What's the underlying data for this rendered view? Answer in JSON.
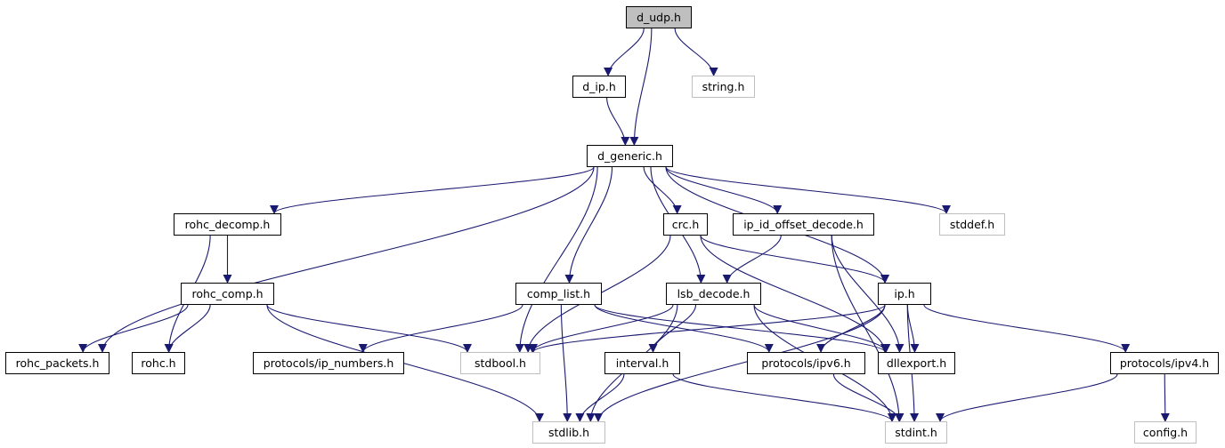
{
  "colors": {
    "edge": "#191970",
    "root_fill": "#bfbfbf",
    "external_border": "#bfbfbf"
  },
  "nodes": [
    {
      "id": "d_udp",
      "label": "d_udp.h",
      "kind": "root"
    },
    {
      "id": "d_ip",
      "label": "d_ip.h",
      "kind": "local"
    },
    {
      "id": "string",
      "label": "string.h",
      "kind": "external"
    },
    {
      "id": "d_generic",
      "label": "d_generic.h",
      "kind": "local"
    },
    {
      "id": "rohc_decomp",
      "label": "rohc_decomp.h",
      "kind": "local"
    },
    {
      "id": "crc",
      "label": "crc.h",
      "kind": "local"
    },
    {
      "id": "ip_id_offset_decode",
      "label": "ip_id_offset_decode.h",
      "kind": "local"
    },
    {
      "id": "stddef",
      "label": "stddef.h",
      "kind": "external"
    },
    {
      "id": "rohc_comp",
      "label": "rohc_comp.h",
      "kind": "local"
    },
    {
      "id": "comp_list",
      "label": "comp_list.h",
      "kind": "local"
    },
    {
      "id": "lsb_decode",
      "label": "lsb_decode.h",
      "kind": "local"
    },
    {
      "id": "ip",
      "label": "ip.h",
      "kind": "local"
    },
    {
      "id": "rohc_packets",
      "label": "rohc_packets.h",
      "kind": "local"
    },
    {
      "id": "rohc",
      "label": "rohc.h",
      "kind": "local"
    },
    {
      "id": "ip_numbers",
      "label": "protocols/ip_numbers.h",
      "kind": "local"
    },
    {
      "id": "stdbool",
      "label": "stdbool.h",
      "kind": "external"
    },
    {
      "id": "interval",
      "label": "interval.h",
      "kind": "local"
    },
    {
      "id": "ipv6",
      "label": "protocols/ipv6.h",
      "kind": "local"
    },
    {
      "id": "dllexport",
      "label": "dllexport.h",
      "kind": "local"
    },
    {
      "id": "ipv4",
      "label": "protocols/ipv4.h",
      "kind": "local"
    },
    {
      "id": "stdlib",
      "label": "stdlib.h",
      "kind": "external"
    },
    {
      "id": "stdint",
      "label": "stdint.h",
      "kind": "external"
    },
    {
      "id": "config",
      "label": "config.h",
      "kind": "external"
    }
  ],
  "edges": [
    [
      "d_udp",
      "d_ip"
    ],
    [
      "d_udp",
      "d_generic"
    ],
    [
      "d_udp",
      "string"
    ],
    [
      "d_ip",
      "d_generic"
    ],
    [
      "d_generic",
      "rohc_packets"
    ],
    [
      "d_generic",
      "rohc_decomp"
    ],
    [
      "d_generic",
      "stdbool"
    ],
    [
      "d_generic",
      "comp_list"
    ],
    [
      "d_generic",
      "lsb_decode"
    ],
    [
      "d_generic",
      "crc"
    ],
    [
      "d_generic",
      "ip_id_offset_decode"
    ],
    [
      "d_generic",
      "stddef"
    ],
    [
      "d_generic",
      "ip"
    ],
    [
      "rohc_decomp",
      "rohc_comp"
    ],
    [
      "rohc_decomp",
      "rohc"
    ],
    [
      "rohc_comp",
      "rohc_packets"
    ],
    [
      "rohc_comp",
      "rohc"
    ],
    [
      "rohc_comp",
      "stdlib"
    ],
    [
      "rohc_comp",
      "stdbool"
    ],
    [
      "crc",
      "stdbool"
    ],
    [
      "crc",
      "ip"
    ],
    [
      "crc",
      "dllexport"
    ],
    [
      "ip_id_offset_decode",
      "lsb_decode"
    ],
    [
      "ip_id_offset_decode",
      "dllexport"
    ],
    [
      "ip_id_offset_decode",
      "stdint"
    ],
    [
      "comp_list",
      "ip_numbers"
    ],
    [
      "comp_list",
      "stdlib"
    ],
    [
      "comp_list",
      "ipv6"
    ],
    [
      "comp_list",
      "dllexport"
    ],
    [
      "lsb_decode",
      "stdbool"
    ],
    [
      "lsb_decode",
      "stdlib"
    ],
    [
      "lsb_decode",
      "interval"
    ],
    [
      "lsb_decode",
      "stdint"
    ],
    [
      "lsb_decode",
      "dllexport"
    ],
    [
      "ip",
      "stdbool"
    ],
    [
      "ip",
      "ipv6"
    ],
    [
      "ip",
      "dllexport"
    ],
    [
      "ip",
      "stdlib"
    ],
    [
      "ip",
      "stdint"
    ],
    [
      "ip",
      "ipv4"
    ],
    [
      "interval",
      "stdlib"
    ],
    [
      "interval",
      "stdint"
    ],
    [
      "ipv6",
      "stdint"
    ],
    [
      "ipv4",
      "stdint"
    ],
    [
      "ipv4",
      "config"
    ]
  ]
}
